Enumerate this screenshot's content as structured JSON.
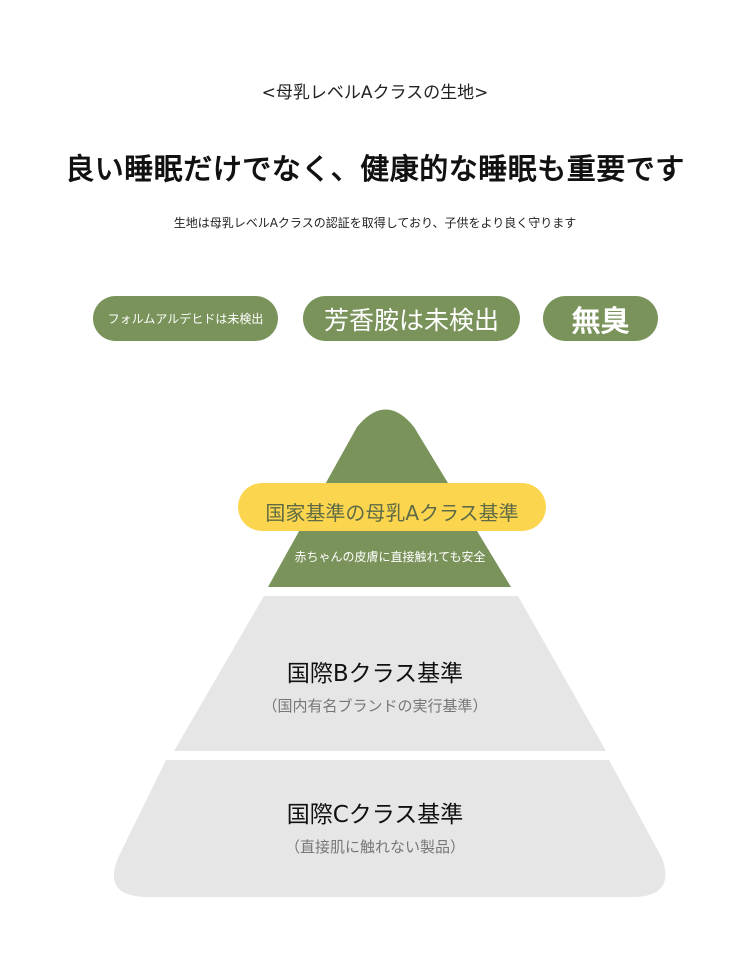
{
  "header": {
    "subtitle": "<母乳レベルAクラスの生地>",
    "headline": "良い睡眠だけでなく、健康的な睡眠も重要です",
    "description": "生地は母乳レベルAクラスの認証を取得しており、子供をより良く守ります"
  },
  "badges": [
    "フォルムアルデヒドは未検出",
    "芳香胺は未検出",
    "無臭"
  ],
  "pyramid": {
    "tier_a": {
      "title": "国家基準の母乳Aクラス基準",
      "subtitle": "赤ちゃんの皮膚に直接触れても安全"
    },
    "tier_b": {
      "title": "国際Bクラス基準",
      "subtitle": "（国内有名ブランドの実行基準）"
    },
    "tier_c": {
      "title": "国際Cクラス基準",
      "subtitle": "（直接肌に触れない製品）"
    }
  },
  "colors": {
    "green": "#7a935a",
    "yellow": "#fcd54f",
    "gray": "#e6e6e6"
  }
}
